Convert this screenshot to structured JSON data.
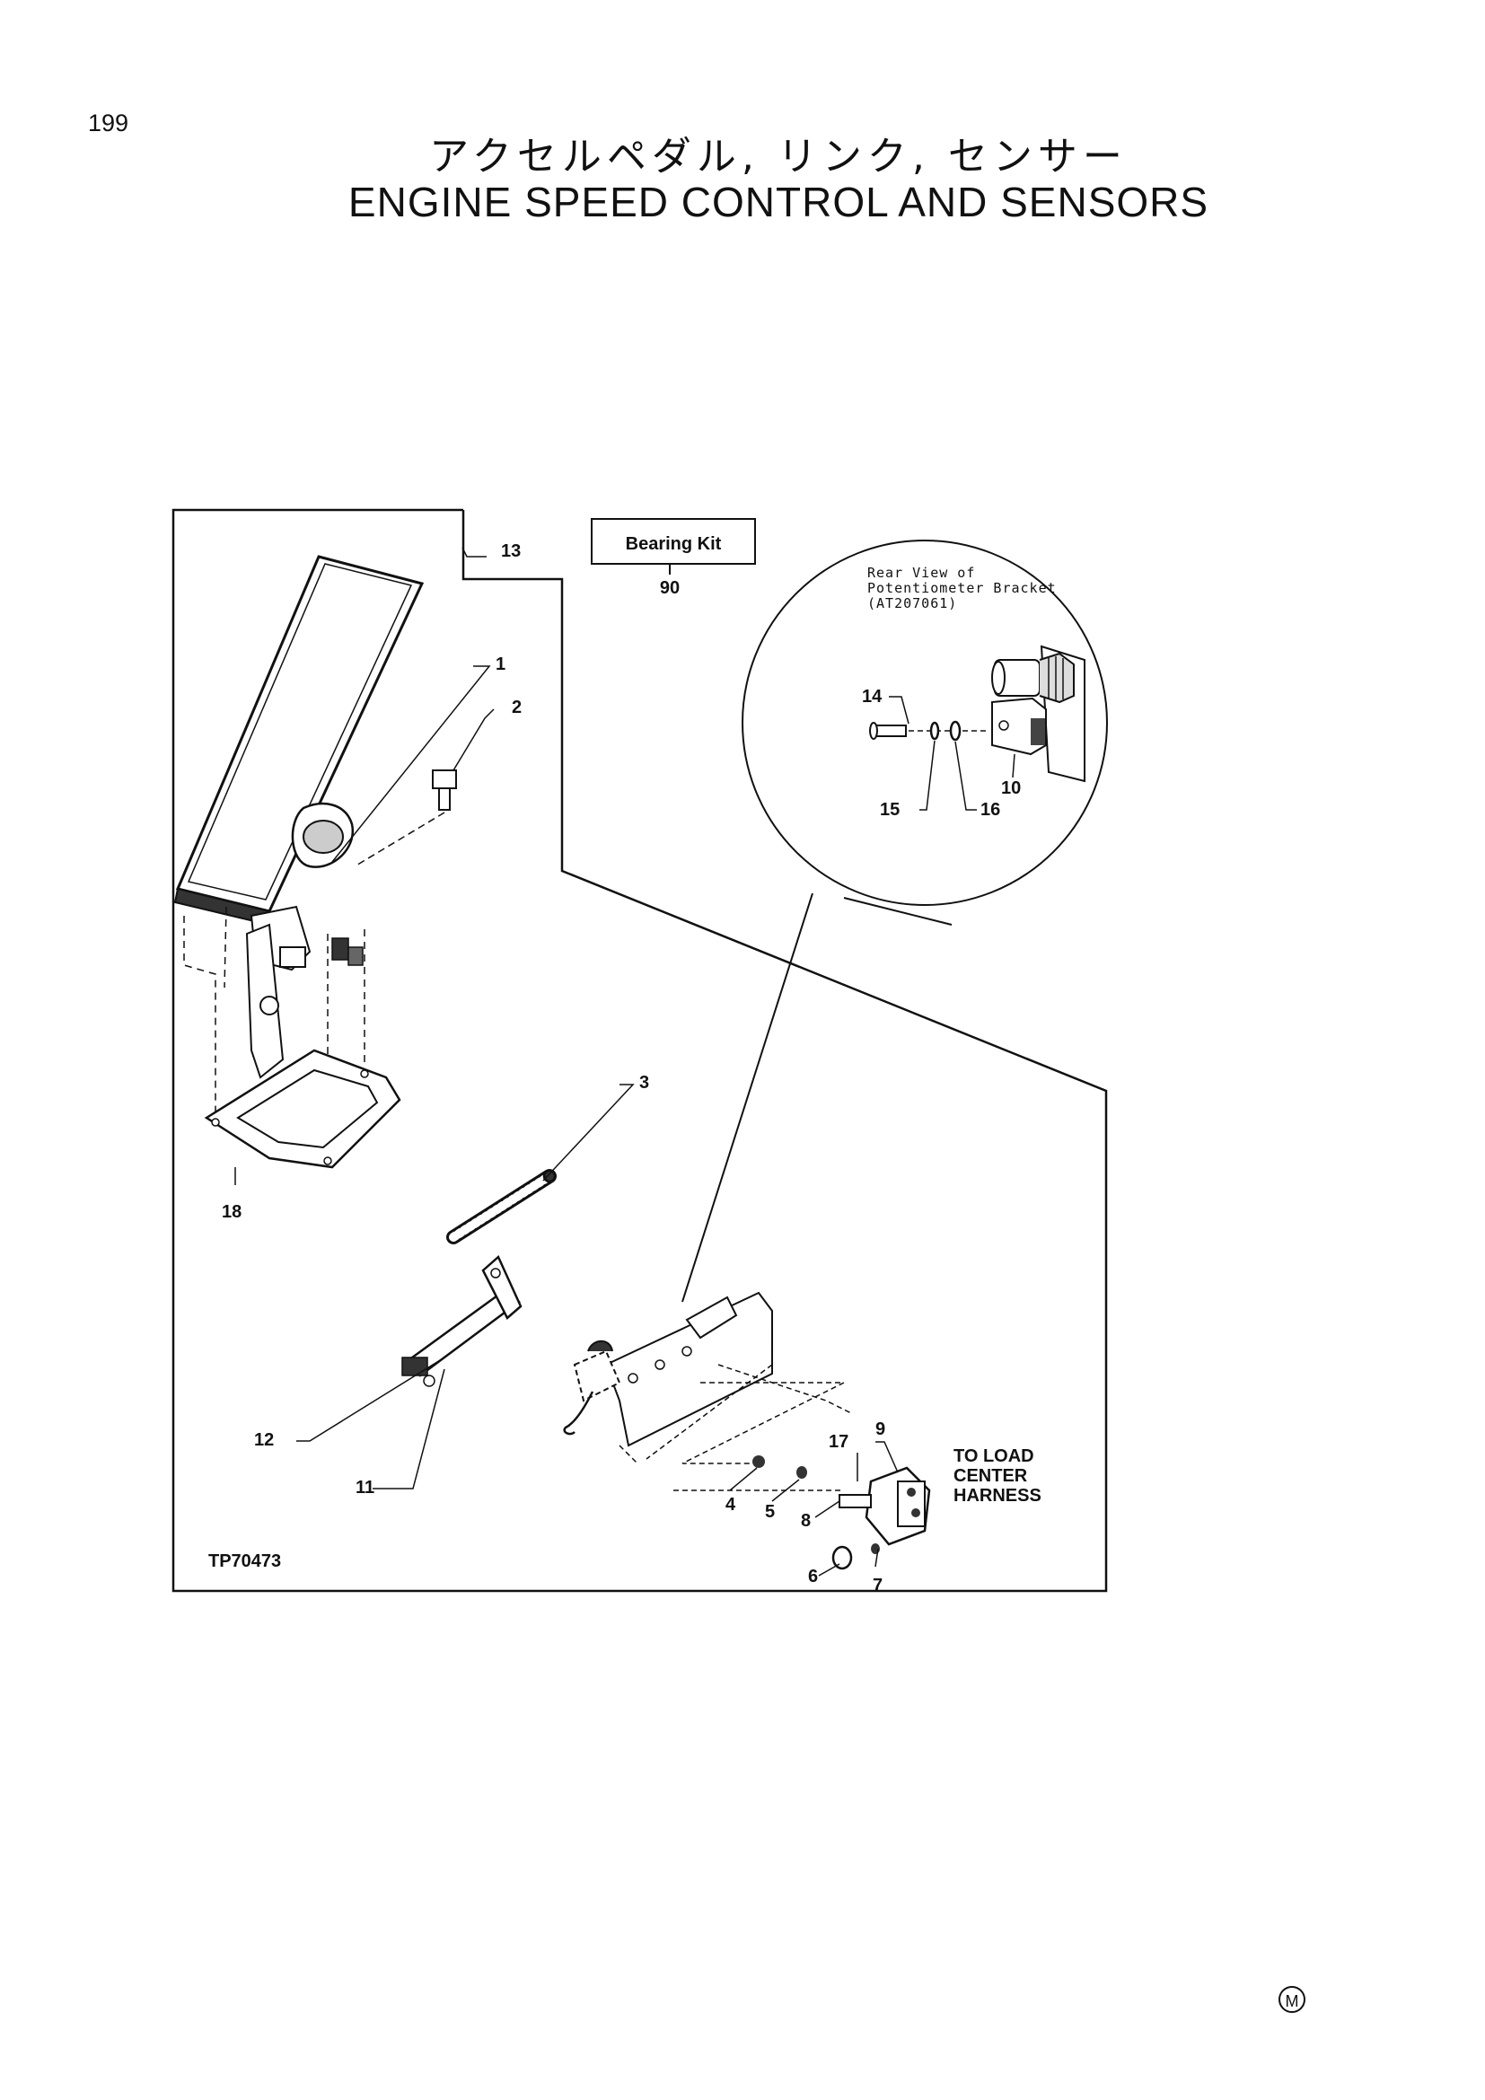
{
  "page_number": "199",
  "title_jp": "アクセルペダル, リンク, センサー",
  "title_en": "ENGINE SPEED CONTROL AND SENSORS",
  "bearing_kit": {
    "label": "Bearing Kit",
    "ref": "90"
  },
  "inset": {
    "line1": "Rear View of",
    "line2": "Potentiometer Bracket",
    "line3": "(AT207061)"
  },
  "callouts": {
    "c1": "1",
    "c2": "2",
    "c3": "3",
    "c4": "4",
    "c5": "5",
    "c6": "6",
    "c7": "7",
    "c8": "8",
    "c9": "9",
    "c10": "10",
    "c11": "11",
    "c12": "12",
    "c13": "13",
    "c14": "14",
    "c15": "15",
    "c16": "16",
    "c17": "17",
    "c18": "18"
  },
  "harness_note": {
    "line1": "TO LOAD",
    "line2": "CENTER",
    "line3": "HARNESS"
  },
  "drawing_id": "TP70473",
  "marker": "M"
}
